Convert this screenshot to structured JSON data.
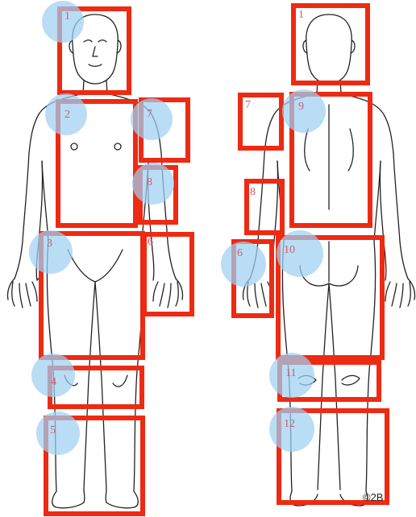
{
  "front_view": {
    "zones": [
      {
        "id": "front-head",
        "label": "1"
      },
      {
        "id": "front-torso",
        "label": "2"
      },
      {
        "id": "front-hips-thighs",
        "label": "3"
      },
      {
        "id": "front-knees",
        "label": "4"
      },
      {
        "id": "front-lower-legs-feet",
        "label": "5"
      },
      {
        "id": "front-hand",
        "label": "6"
      },
      {
        "id": "front-upper-arm",
        "label": "7"
      },
      {
        "id": "front-forearm",
        "label": "8"
      }
    ]
  },
  "back_view": {
    "zones": [
      {
        "id": "back-head",
        "label": "1"
      },
      {
        "id": "back-upper-arm",
        "label": "7"
      },
      {
        "id": "back-forearm",
        "label": "8"
      },
      {
        "id": "back-hand",
        "label": "6"
      },
      {
        "id": "back-torso",
        "label": "9"
      },
      {
        "id": "back-buttocks-thighs",
        "label": "10"
      },
      {
        "id": "back-knees",
        "label": "11"
      },
      {
        "id": "back-lower-legs-feet",
        "label": "12"
      }
    ]
  },
  "copyright": "©2B",
  "colors": {
    "frame": "#ee2a12",
    "bubble": "#9fd0f2",
    "number": "#d05a6a",
    "outline": "#222222"
  }
}
